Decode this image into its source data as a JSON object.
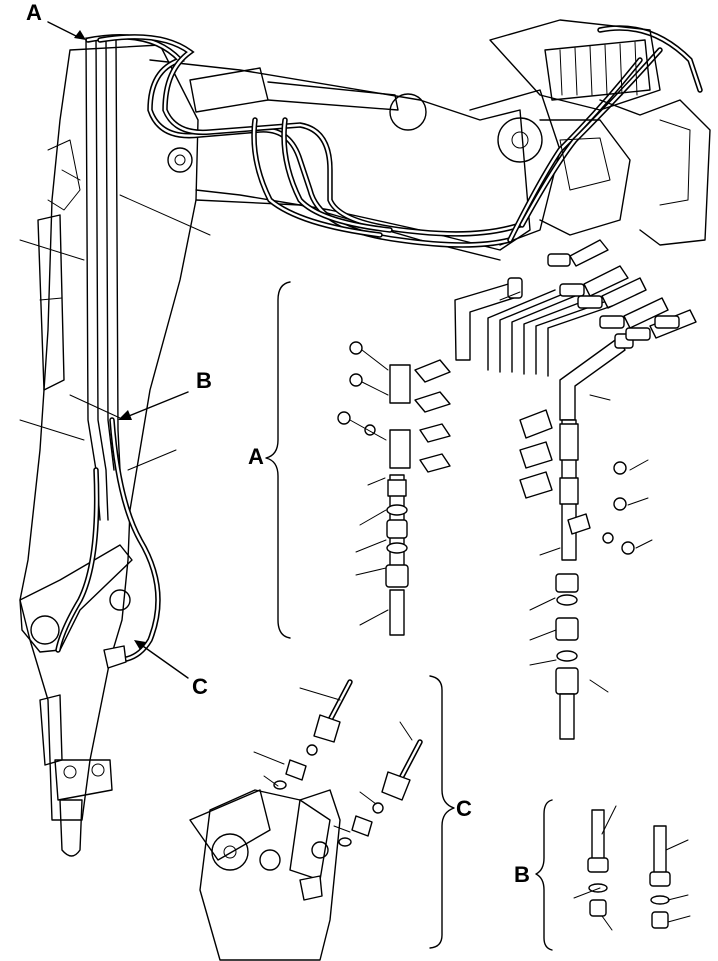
{
  "callouts": {
    "a_top": "A",
    "b_arm": "B",
    "c_arm": "C",
    "a_detail": "A",
    "c_detail": "C",
    "b_detail": "B"
  }
}
